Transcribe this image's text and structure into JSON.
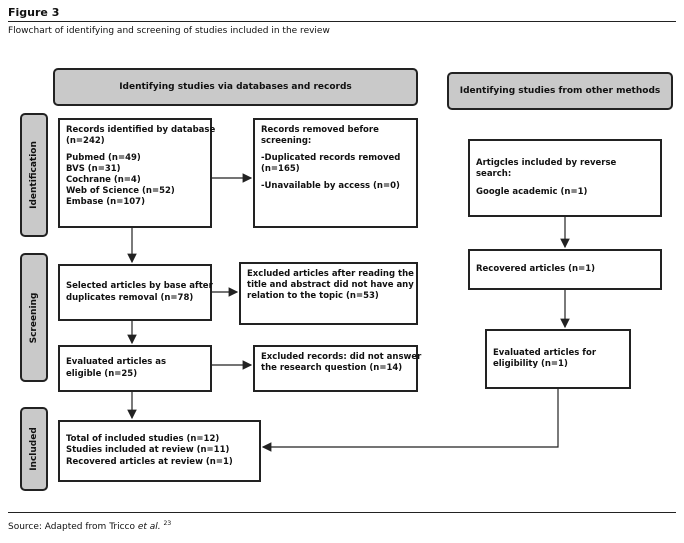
{
  "figure_label": "Figure 3",
  "caption": "Flowchart of identifying and screening of studies included in the review",
  "source_text": "Source: Adapted from Tricco ",
  "source_italic": "et al.",
  "source_ref": "23",
  "headers": {
    "left": "Identifying studies via databases and records",
    "right": "Identifying studies from other methods"
  },
  "phases": {
    "identification": "Identification",
    "screening": "Screening",
    "included": "Included"
  },
  "boxes": {
    "records_identified": {
      "lines": [
        "Records identified by database",
        "(n=242)",
        "",
        "Pubmed (n=49)",
        "BVS (n=31)",
        "Cochrane (n=4)",
        "Web of Science (n=52)",
        "Embase (n=107)"
      ]
    },
    "records_removed": {
      "lines": [
        "Records removed before",
        "screening:",
        "",
        "-Duplicated records removed",
        "(n=165)",
        "",
        "-Unavailable by access (n=0)"
      ]
    },
    "selected_articles": {
      "lines": [
        "Selected articles by base after",
        "duplicates removal (n=78)"
      ]
    },
    "excluded_after_reading": {
      "lines": [
        "Excluded articles after reading the",
        "title and abstract did not have any",
        "relation to the topic (n=53)"
      ]
    },
    "evaluated_eligible": {
      "lines": [
        "Evaluated articles as",
        "eligible (n=25)"
      ]
    },
    "excluded_records": {
      "lines": [
        "Excluded records: did not answer",
        "the research question (n=14)"
      ]
    },
    "total_included": {
      "lines": [
        "Total of included studies (n=12)",
        "Studies included at review (n=11)",
        "Recovered articles at review  (n=1)"
      ]
    },
    "reverse_search": {
      "lines": [
        "Artigcles included by reverse",
        "search:",
        "",
        "Google academic  (n=1)"
      ]
    },
    "recovered_articles": {
      "lines": [
        "Recovered articles (n=1)"
      ]
    },
    "evaluated_eligibility": {
      "lines": [
        "Evaluated articles for",
        "eligibility (n=1)"
      ]
    }
  }
}
